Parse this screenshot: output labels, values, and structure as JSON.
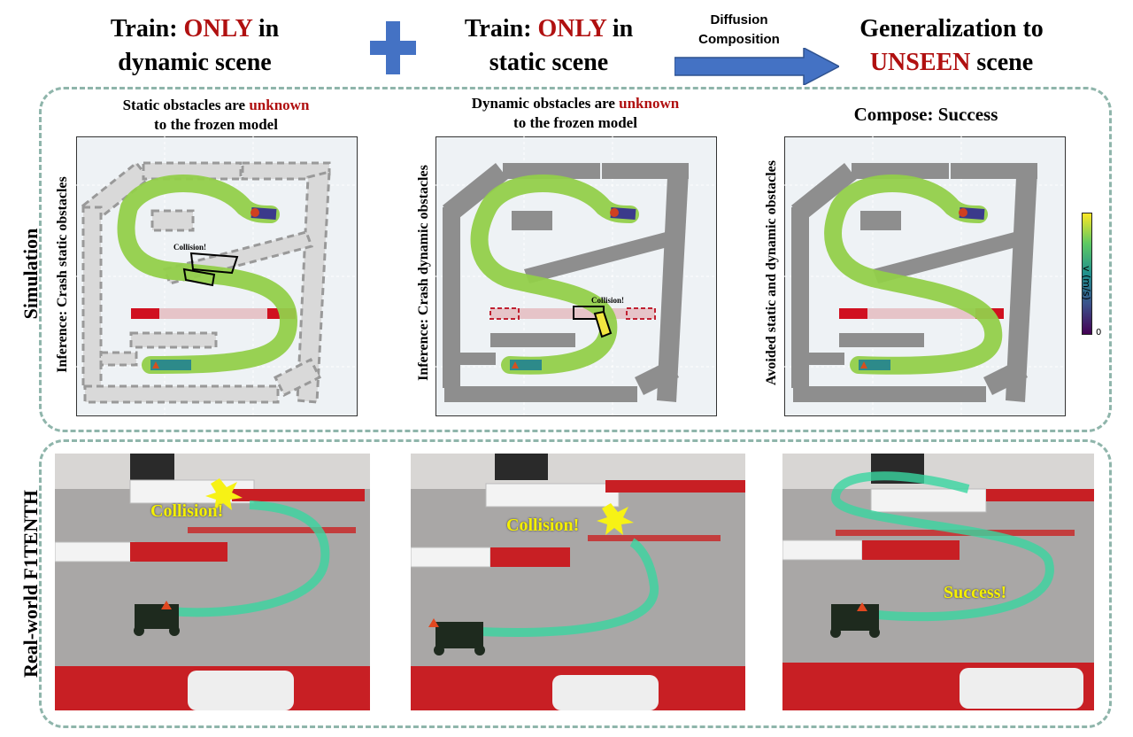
{
  "header": {
    "left": {
      "line1_prefix": "Train: ",
      "line1_emph": "ONLY",
      "line1_suffix": " in",
      "line2": "dynamic scene"
    },
    "middle": {
      "line1_prefix": "Train: ",
      "line1_emph": "ONLY",
      "line1_suffix": " in",
      "line2": "static scene"
    },
    "arrow_label": {
      "line1": "Diffusion",
      "line2": "Composition"
    },
    "right": {
      "line1": "Generalization to",
      "line2_emph": "UNSEEN",
      "line2_suffix": " scene"
    }
  },
  "rows": {
    "simulation": "Simulation",
    "real": "Real-world F1TENTH"
  },
  "panels": [
    {
      "title_prefix": "Static obstacles are ",
      "title_emph": "unknown",
      "title_line2": "to the frozen model",
      "side": "Inference: Crash static obstacles",
      "collision": "Collision!"
    },
    {
      "title_prefix": "Dynamic obstacles are ",
      "title_emph": "unknown",
      "title_line2": "to the frozen model",
      "side": "Inference: Crash dynamic obstacles",
      "collision": "Collision!"
    },
    {
      "title": "Compose: Success",
      "side": "Avoided static and dynamic obstacles"
    }
  ],
  "colorbar": {
    "label": "v (m/s)",
    "min_label": "0",
    "colors": [
      "#440154",
      "#fde725"
    ]
  },
  "photos": [
    {
      "annotation": "Collision!"
    },
    {
      "annotation": "Collision!"
    },
    {
      "annotation": "Success!"
    }
  ],
  "colors": {
    "emphasis": "#b01010",
    "frame": "#8fb5ab",
    "obstacle": "#8e8e8e",
    "arrow": "#4472c4"
  }
}
